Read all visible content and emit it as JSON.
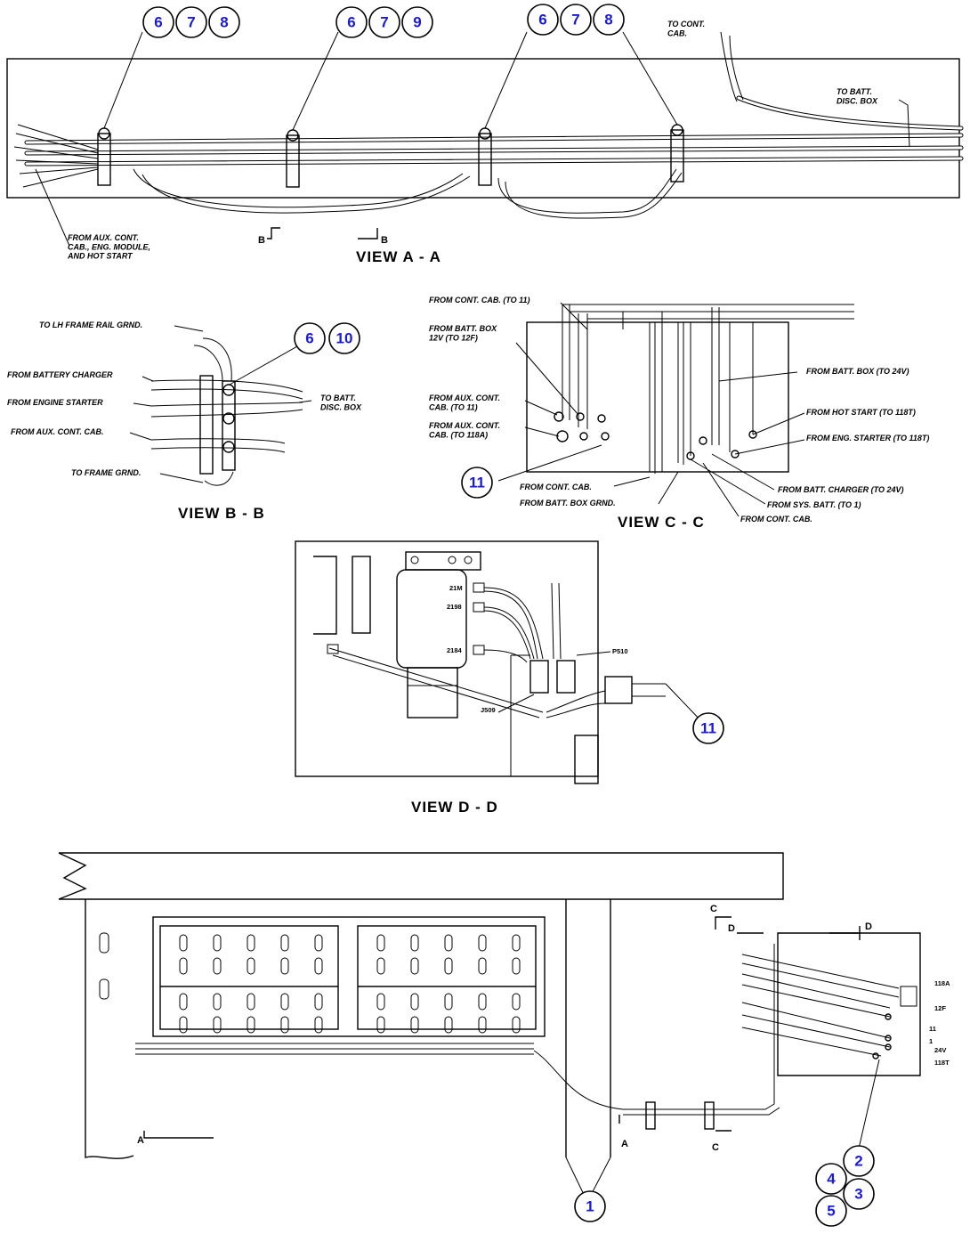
{
  "colors": {
    "callout_text": "#1a1adb",
    "line": "#000000",
    "background": "#ffffff"
  },
  "views": {
    "aa": {
      "title": "VIEW  A - A",
      "labels": {
        "to_cont_cab": "TO CONT.\nCAB.",
        "to_batt_disc": "TO BATT.\nDISC. BOX",
        "from_aux": "FROM AUX. CONT.\nCAB., ENG. MODULE,\nAND HOT START"
      },
      "section_marks": [
        "B",
        "B"
      ]
    },
    "bb": {
      "title": "VIEW  B - B",
      "labels": {
        "to_lh_frame": "TO LH FRAME RAIL GRND.",
        "from_battery_charger": "FROM BATTERY CHARGER",
        "from_engine_starter": "FROM ENGINE STARTER",
        "from_aux_cab": "FROM AUX. CONT. CAB.",
        "to_frame_grnd": "TO FRAME GRND.",
        "to_batt_disc": "TO BATT.\nDISC. BOX"
      }
    },
    "cc": {
      "title": "VIEW  C - C",
      "labels": {
        "from_cont_cab_11": "FROM CONT. CAB. (TO 11)",
        "from_batt_box_12f": "FROM BATT. BOX\n12V (TO 12F)",
        "from_aux_cab_11": "FROM AUX. CONT.\nCAB. (TO 11)",
        "from_aux_cab_118a": "FROM AUX. CONT.\nCAB. (TO 118A)",
        "from_batt_box_24v": "FROM BATT. BOX (TO 24V)",
        "from_hot_start": "FROM HOT START (TO 118T)",
        "from_eng_starter": "FROM ENG. STARTER (TO 118T)",
        "from_batt_charger": "FROM BATT. CHARGER (TO 24V)",
        "from_sys_batt": "FROM SYS. BATT. (TO 1)",
        "from_cont_cab_b": "FROM CONT. CAB.",
        "from_cont_cab_a": "FROM CONT. CAB.",
        "from_batt_box_grnd": "FROM BATT. BOX GRND."
      }
    },
    "dd": {
      "title": "VIEW  D - D",
      "terminals": [
        "21M",
        "2198",
        "2184"
      ],
      "plugs": [
        "P510",
        "J509"
      ]
    },
    "main": {
      "section_marks": [
        "A",
        "A",
        "C",
        "C",
        "D",
        "D"
      ],
      "terminals": [
        "118A",
        "12F",
        "11",
        "1",
        "118T",
        "24V"
      ]
    }
  },
  "callouts": {
    "aa1": [
      "6",
      "7",
      "8"
    ],
    "aa2": [
      "6",
      "7",
      "9"
    ],
    "aa3": [
      "6",
      "7",
      "8"
    ],
    "bb": [
      "6",
      "10"
    ],
    "cc": [
      "11"
    ],
    "dd": [
      "11"
    ],
    "main_bottom": [
      "1"
    ],
    "main_right": [
      "2",
      "4",
      "3",
      "5"
    ]
  }
}
